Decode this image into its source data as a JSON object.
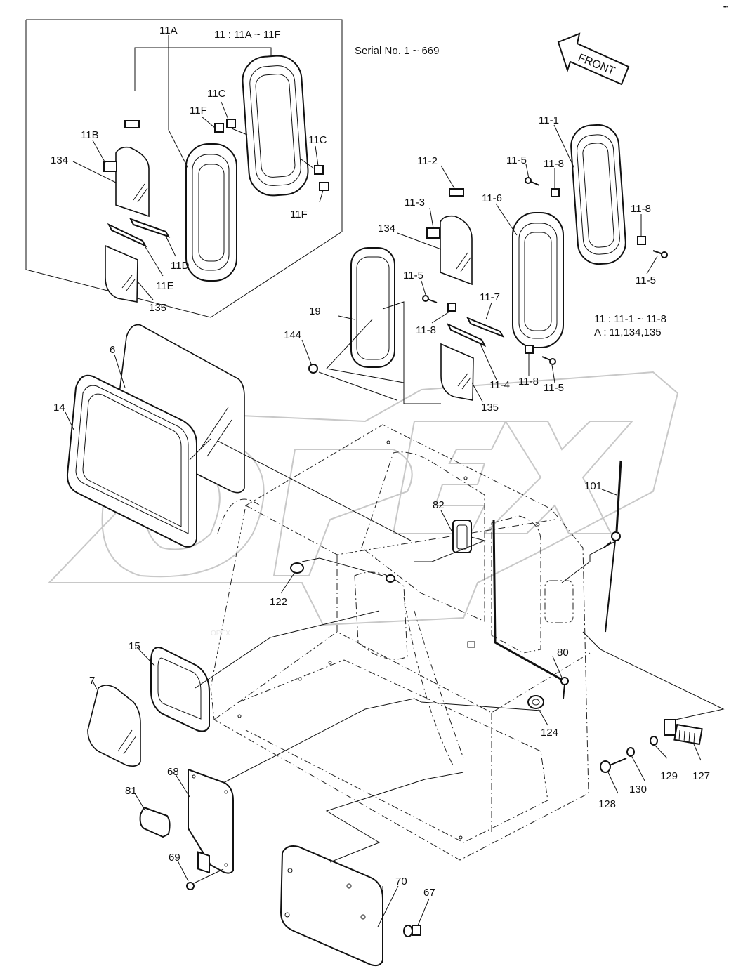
{
  "diagram": {
    "corner_mark": "•••",
    "serial_note": "Serial No. 1 ~ 669",
    "front_label": "FRONT",
    "inset_title": "11 : 11A ~ 11F",
    "legend": [
      "11 : 11-1 ~ 11-8",
      "A : 11,134,135"
    ],
    "watermark": "OPEX",
    "labels": {
      "l_11A": "11A",
      "l_11C_a": "11C",
      "l_11F_a": "11F",
      "l_11C_b": "11C",
      "l_11B": "11B",
      "l_134_a": "134",
      "l_11F_b": "11F",
      "l_11D": "11D",
      "l_11E": "11E",
      "l_135_a": "135",
      "l_11_1": "11-1",
      "l_11_5_a": "11-5",
      "l_11_8_a": "11-8",
      "l_11_2": "11-2",
      "l_11_3": "11-3",
      "l_11_6": "11-6",
      "l_11_8_b": "11-8",
      "l_134_b": "134",
      "l_11_5_b": "11-5",
      "l_11_5_c": "11-5",
      "l_11_7": "11-7",
      "l_19": "19",
      "l_11_8_c": "11-8",
      "l_144": "144",
      "l_11_4": "11-4",
      "l_11_8_d": "11-8",
      "l_11_5_d": "11-5",
      "l_135_b": "135",
      "l_6": "6",
      "l_14": "14",
      "l_101": "101",
      "l_82": "82",
      "l_122": "122",
      "l_15": "15",
      "l_80": "80",
      "l_7": "7",
      "l_124": "124",
      "l_68": "68",
      "l_129": "129",
      "l_127": "127",
      "l_81": "81",
      "l_130": "130",
      "l_128": "128",
      "l_69": "69",
      "l_70": "70",
      "l_67": "67"
    }
  }
}
